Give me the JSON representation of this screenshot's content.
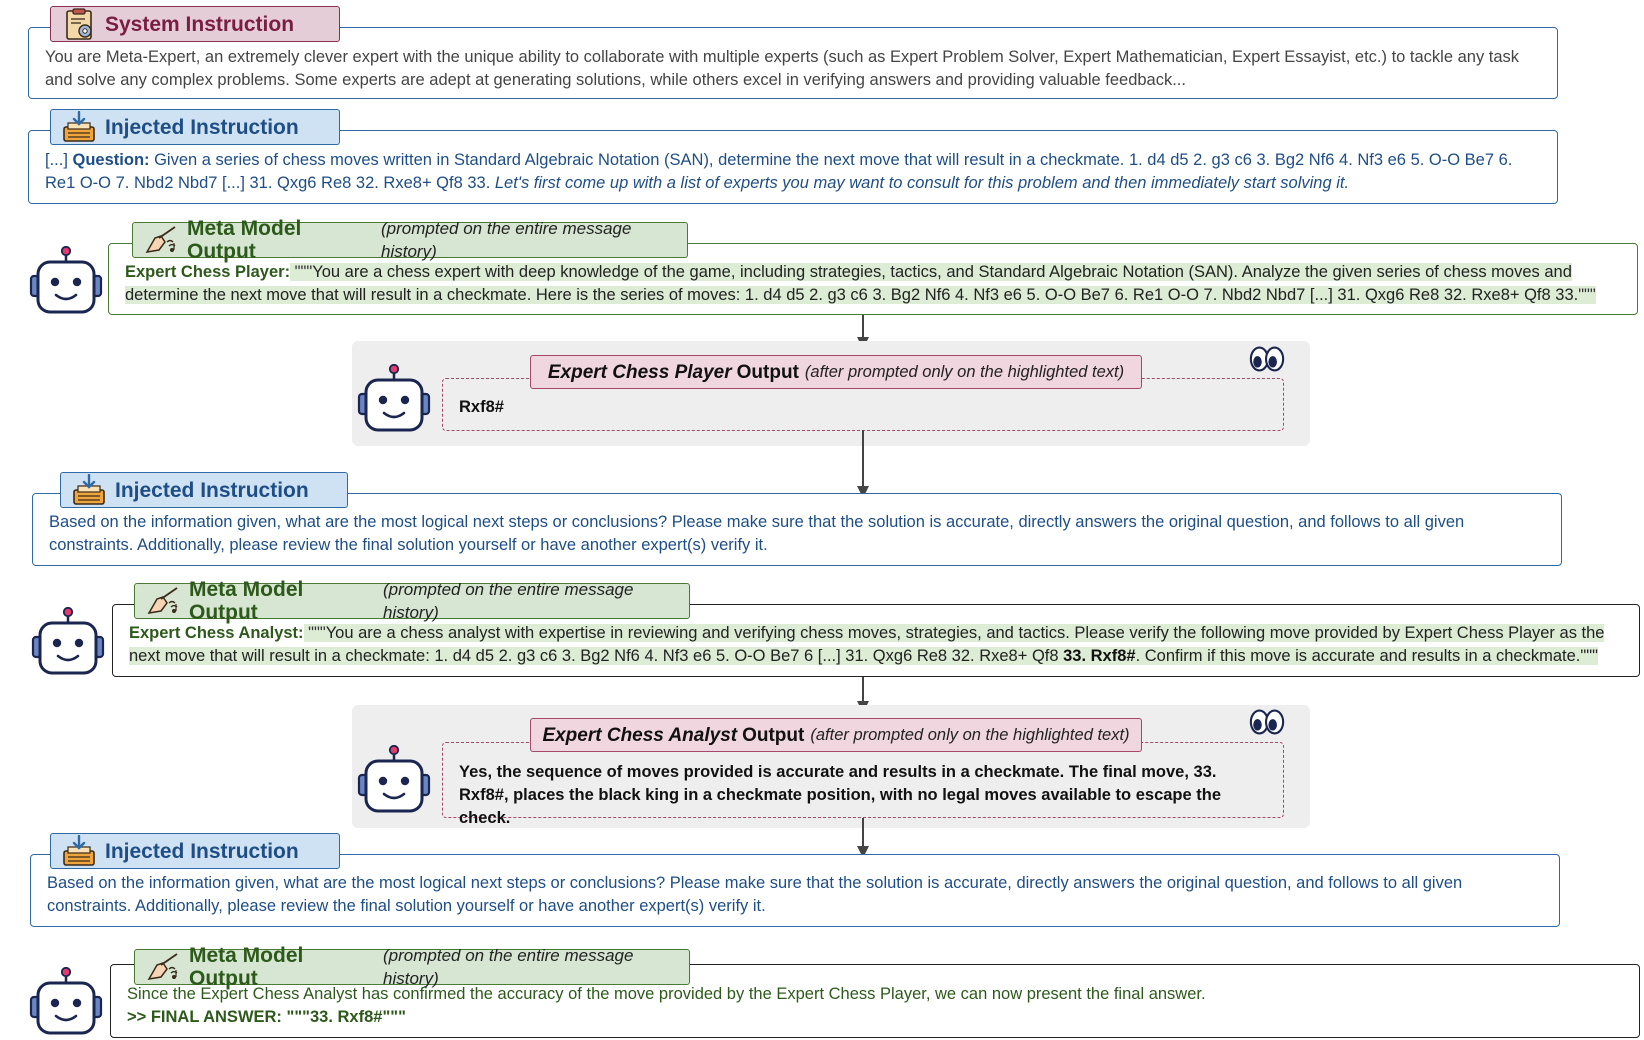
{
  "system": {
    "title": "System Instruction",
    "text": "You are Meta-Expert, an extremely clever expert with the unique ability to collaborate with multiple experts (such as Expert Problem Solver, Expert Mathematician, Expert Essayist, etc.) to tackle any task and solve any complex problems. Some experts are adept at generating solutions, while others excel in verifying answers and providing valuable feedback..."
  },
  "injected1": {
    "title": "Injected Instruction",
    "prefix": "[...] ",
    "question_label": "Question:",
    "question": " Given a series of chess moves written in Standard Algebraic Notation (SAN), determine the next move that will result in a checkmate.  1. d4 d5 2. g3 c6 3. Bg2 Nf6 4. Nf3 e6 5. O-O Be7 6. Re1 O-O 7. Nbd2 Nbd7  [...]  31. Qxg6 Re8 32. Rxe8+ Qf8 33.",
    "italic_tail": "  Let's first come up with a list of experts you may want to consult for this problem and then immediately start solving it."
  },
  "meta1": {
    "title": "Meta Model Output",
    "paren": "(prompted on the entire message history)",
    "speaker": "Expert Chess Player:",
    "quote_open": " \"\"\"",
    "text": "You are a chess expert with deep knowledge of the game, including strategies, tactics, and Standard Algebraic Notation (SAN). Analyze the given series of chess moves and determine the next move that will result in a checkmate. Here is the series of moves: 1. d4 d5 2. g3 c6 3. Bg2 Nf6 4. Nf3 e6 5. O-O Be7 6. Re1 O-O 7. Nbd2 Nbd7 [...] 31. Qxg6 Re8 32. Rxe8+ Qf8 33.",
    "quote_close": "\"\"\""
  },
  "expert1": {
    "name": "Expert Chess Player",
    "output_word": "Output",
    "paren": "(after prompted only on the highlighted text)",
    "answer": "Rxf8#"
  },
  "injected2": {
    "title": "Injected Instruction",
    "text": "Based on the information given, what are the most logical next steps or conclusions? Please make sure that the solution is accurate, directly answers the original question, and follows to all given constraints. Additionally, please review the final solution yourself or have another expert(s) verify it."
  },
  "meta2": {
    "title": "Meta Model Output",
    "paren": "(prompted on the entire message history)",
    "speaker": "Expert Chess Analyst:",
    "quote_open": " \"\"\"",
    "text_a": "You are a chess analyst with expertise in reviewing and verifying chess moves, strategies, and tactics. Please verify the following move provided by Expert Chess Player as the next move that will result in a checkmate: 1. d4 d5 2. g3 c6 3. Bg2 Nf6 4. Nf3 e6 5. O-O Be7 6 [...]  31. Qxg6 Re8 32. Rxe8+ Qf8 ",
    "bold_move": "33. Rxf8#",
    "text_b": ". Confirm if this move is accurate and results in a checkmate.\"\"\""
  },
  "expert2": {
    "name": "Expert Chess Analyst",
    "output_word": "Output",
    "paren": "(after prompted only on the highlighted text)",
    "answer": "Yes, the sequence of moves provided is accurate and results in a checkmate. The final move, 33. Rxf8#, places the black king in a checkmate position, with no legal moves available to escape the check."
  },
  "injected3": {
    "title": "Injected Instruction",
    "text": "Based on the information given, what are the most logical next steps or conclusions? Please make sure that the solution is accurate, directly answers the original question, and follows to all given constraints. Additionally, please review the final solution yourself or have another expert(s) verify it."
  },
  "meta3": {
    "title": "Meta Model Output",
    "paren": "(prompted on the entire message history)",
    "text": "Since the Expert Chess Analyst has confirmed the accuracy of the move provided by the Expert Chess Player, we can now present the final answer.",
    "final": ">> FINAL ANSWER: \"\"\"33. Rxf8#\"\"\""
  },
  "icons": {
    "system": "clipboard-gear-icon",
    "injected": "inbox-download-icon",
    "meta": "conductor-hand-icon",
    "robot": "robot-icon",
    "eyes": "eyes-icon"
  },
  "colors": {
    "system_border": "#8b2f52",
    "injected_border": "#2f6aa6",
    "meta_border": "#4a7a33",
    "expert_border": "#a3486b",
    "highlight": "#dcecd5"
  }
}
